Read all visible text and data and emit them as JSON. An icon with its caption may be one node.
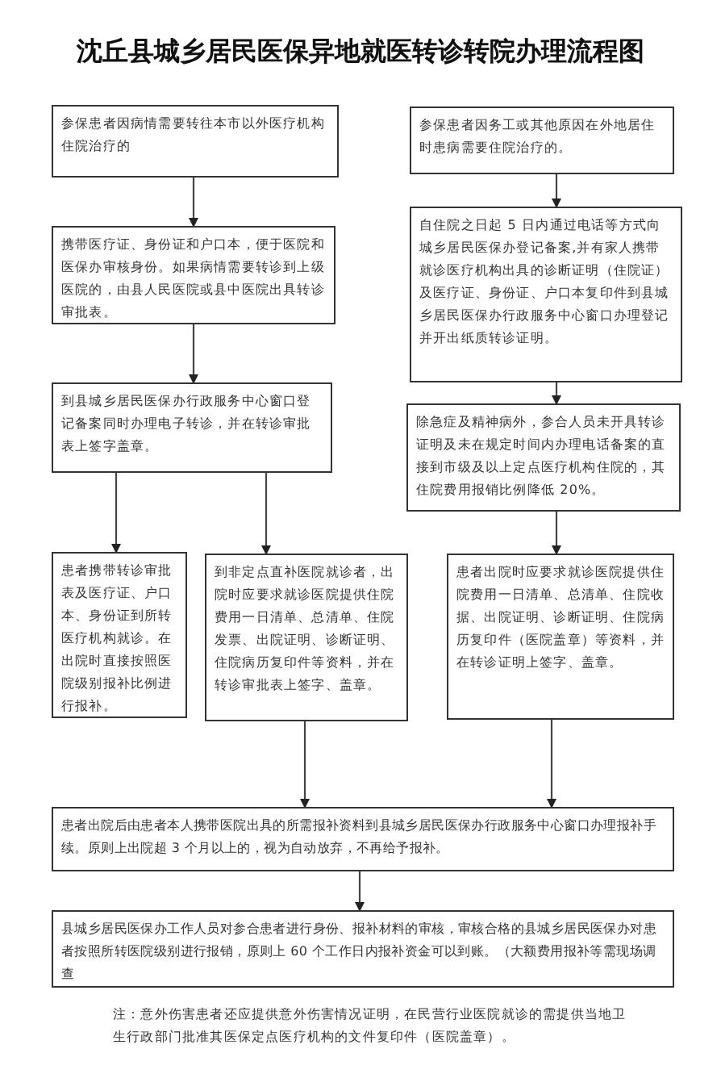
{
  "diagram": {
    "title": "沈丘县城乡居民医保异地就医转诊转院办理流程图",
    "nodes": [
      {
        "text": [
          "参保患者因病情需要转往本市以外医疗机构住院治疗的"
        ]
      },
      {
        "text": [
          "参保患者因务工或其他原因在外地居住时患病需要住院治疗的。"
        ]
      },
      {
        "text": [
          "携带医疗证、身份证和户口本，便于医院和医保办审核身份。如果病情需要转诊到上级医院的，由县人民医院或县中医院出具转诊审批表。"
        ]
      },
      {
        "text": [
          "自住院之日起 5 日内通过电话等方式向城乡居民医保办登记备案,并有家人携带就诊医疗机构出具的诊断证明（住院证）及医疗证、身份证、户口本复印件到县城乡居民医保办行政服务中心窗口办理登记并开出纸质转诊证明。"
        ]
      },
      {
        "text": [
          "到县城乡居民医保办行政服务中心窗口登记备案同时办理电子转诊，并在转诊审批表上签字盖章。"
        ]
      },
      {
        "text": [
          "除急症及精神病外，参合人员未开具转诊证明及未在规定时间内办理电话备案的直接到市级及以上定点医疗机构住院的，其住院费用报销比例降低 20%。"
        ]
      },
      {
        "text": [
          "患者携带转诊审批表及医疗证、户口本、身份证到所转医疗机构就诊。在出院时直接按照医院级别报补比例进行报补。"
        ]
      },
      {
        "text": [
          "到非定点直补医院就诊者，出院时应要求就诊医院提供住院费用一日清单、总清单、住院发票、出院证明、诊断证明、住院病历复印件等资料，并在转诊审批表上签字、盖章。"
        ]
      },
      {
        "text": [
          "患者出院时应要求就诊医院提供住院费用一日清单、总清单、住院收据、出院证明、诊断证明、住院病历复印件（医院盖章）等资料，并在转诊证明上签字、盖章。"
        ]
      },
      {
        "text": [
          "患者出院后由患者本人携带医院出具的所需报补资料到县城乡居民医保办行政服务中心窗口办理报补手续。原则上出院超 3 个月以上的，视为自动放弃，不再给予报补。"
        ]
      },
      {
        "text": [
          "县城乡居民医保办工作人员对参合患者进行身份、报补材料的审核，审核合格的县城乡居民医保办对患者按照所转医院级别进行报销，原则上 60 个工作日内报补资金可以到账。（大额费用报补等需现场调查"
        ]
      }
    ],
    "edges": [
      {
        "from": 0,
        "to": 2,
        "arrow": "to"
      },
      {
        "from": 1,
        "to": 3,
        "arrow": "to"
      },
      {
        "from": 2,
        "to": 4,
        "arrow": "to"
      },
      {
        "from": 3,
        "to": 5,
        "arrow": "to"
      },
      {
        "from": 4,
        "to": 6,
        "arrow": "to"
      },
      {
        "from": 4,
        "to": 7,
        "arrow": "to"
      },
      {
        "from": 5,
        "to": 8,
        "arrow": "to"
      },
      {
        "from": 7,
        "to": 9,
        "arrow": "to"
      },
      {
        "from": 8,
        "to": 9,
        "arrow": "to"
      },
      {
        "from": 9,
        "to": 10,
        "arrow": "to"
      }
    ],
    "labels": [
      "注：意外伤害患者还应提供意外伤害情况证明，在民营行业医院就诊的需提供当地卫生行政部门批准其医保定点医疗机构的文件复印件（医院盖章）。"
    ]
  }
}
